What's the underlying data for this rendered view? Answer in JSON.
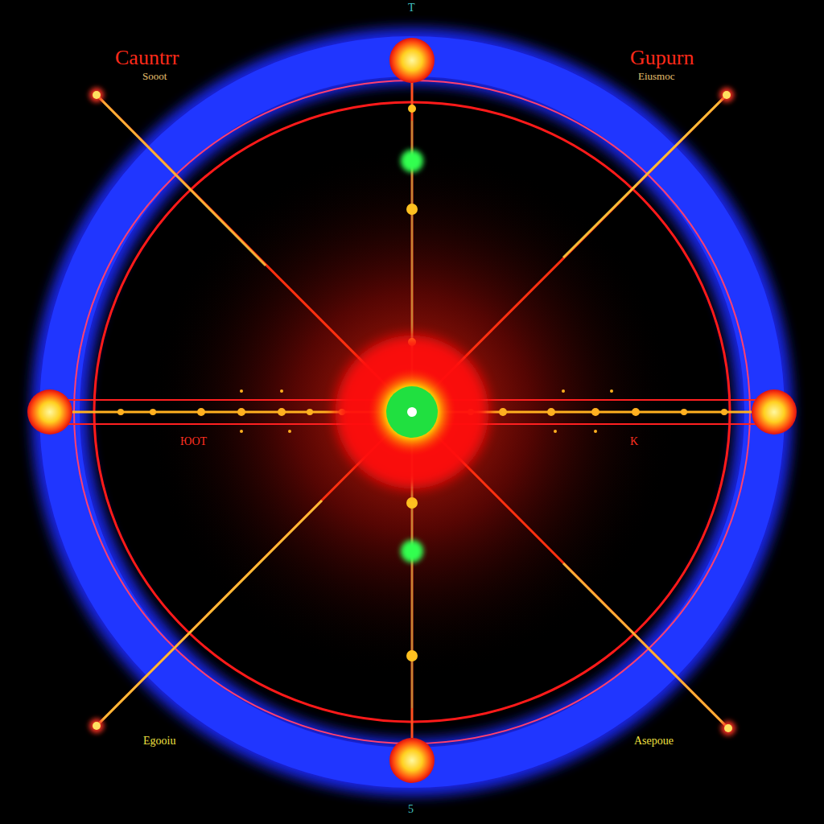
{
  "diagram": {
    "labels": [
      "Cauntrr",
      "Sooot",
      "Gupurn",
      "Eiusmoc",
      "Egooiu",
      "Asepoue",
      "ЮOT",
      "K",
      "T",
      "5"
    ]
  }
}
